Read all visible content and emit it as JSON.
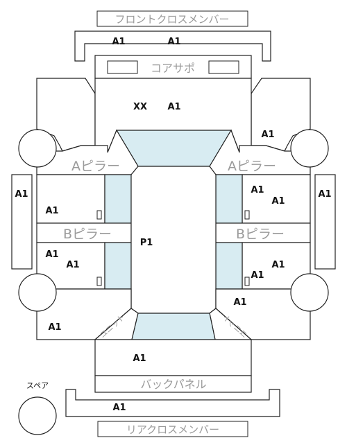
{
  "labels": {
    "front_cross_member": "フロントクロスメンバー",
    "core_support": "コアサポ",
    "a_pillar_left": "Aピラー",
    "a_pillar_right": "Aピラー",
    "b_pillar_left": "Bピラー",
    "b_pillar_right": "Bピラー",
    "unit_left": "ユニット",
    "unit_right": "ユニット",
    "back_panel": "バックパネル",
    "spare": "スペア",
    "rear_cross_member": "リアクロスメンバー"
  },
  "grades": {
    "front_cross_left": "A1",
    "front_cross_right": "A1",
    "hood_left": "XX",
    "hood_right": "A1",
    "front_fender_right": "A1",
    "left_sill": "A1",
    "right_sill": "A1",
    "left_front_door": "A1",
    "right_front_door_top": "A1",
    "right_front_door": "A1",
    "left_rear_door_top": "A1",
    "left_rear_door": "A1",
    "right_rear_door": "A1",
    "right_rear_door_bottom": "A1",
    "right_rear_fender": "A1",
    "left_rear_fender": "A1",
    "trunk": "A1",
    "rear_cross": "A1",
    "roof": "P1"
  },
  "colors": {
    "glass": "#d8ecf2",
    "line": "#222222",
    "label_gray": "#9a9a9a"
  }
}
